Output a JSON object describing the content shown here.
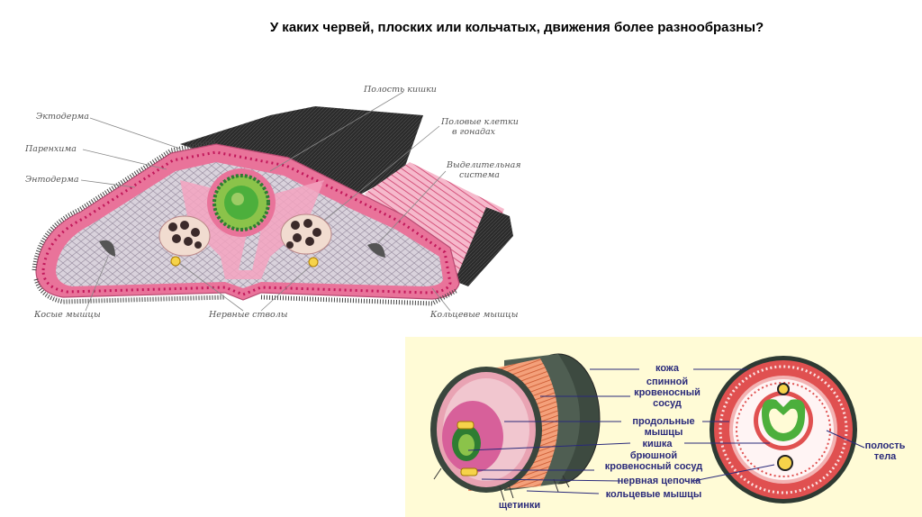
{
  "slide": {
    "title": "У каких червей, плоских или кольчатых, движения более разнообразны?"
  },
  "flatworm": {
    "labels": {
      "ectoderm": "Эктодерма",
      "parenchyma": "Паренхима",
      "endoderm": "Энтодерма",
      "gut_cavity": "Полость кишки",
      "sex_cells_1": "Половые клетки",
      "sex_cells_2": "в гонадах",
      "excretory_1": "Выделительная",
      "excretory_2": "система",
      "oblique_muscles": "Косые мышцы",
      "nerve_trunks": "Нервные стволы",
      "ring_muscles": "Кольцевые мышцы"
    }
  },
  "annelid": {
    "labels": {
      "skin": "кожа",
      "dorsal_1": "спинной",
      "dorsal_2": "кровеносный",
      "dorsal_3": "сосуд",
      "longitudinal_1": "продольные",
      "longitudinal_2": "мышцы",
      "gut": "кишка",
      "ventral_1": "брюшной",
      "ventral_2": "кровеносный сосуд",
      "nerve_chain": "нервная цепочка",
      "ring_muscles": "кольцевые мышцы",
      "bristles": "щетинки",
      "cavity_1": "полость",
      "cavity_2": "тела"
    }
  },
  "colors": {
    "pink_body": "#e9739a",
    "pink_light": "#f6c4d4",
    "gut_green": "#4caf3c",
    "dark_cilia": "#2b2b2b",
    "panel_bg": "#fffbd6",
    "label_blue": "#2a2a7a",
    "muscle_orange": "#e07a4a"
  }
}
